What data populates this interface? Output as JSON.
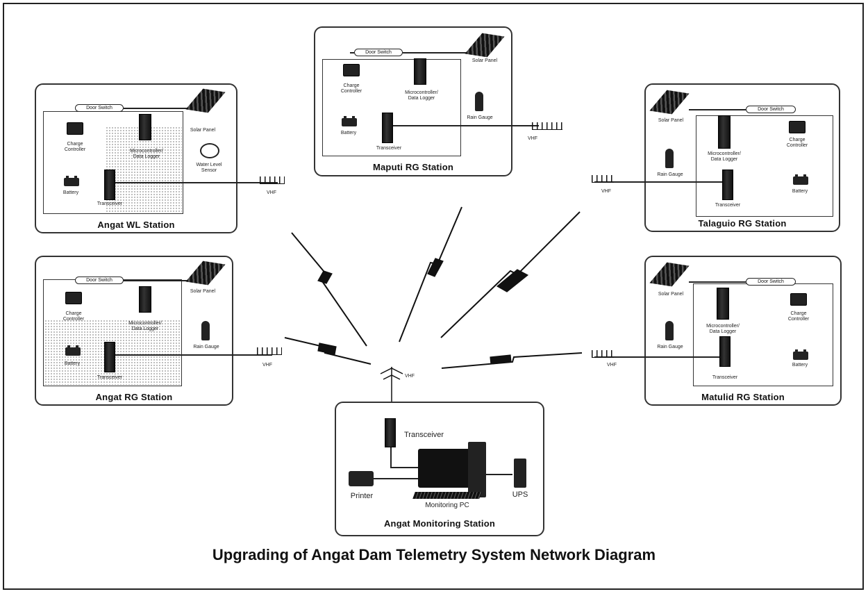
{
  "title": "Upgrading of Angat Dam Telemetry System Network Diagram",
  "stations": {
    "maputi": {
      "name": "Maputi RG Station",
      "door_switch": "Door Switch",
      "charge_controller": "Charge\nController",
      "microcontroller": "Microcontroller/\nData Logger",
      "solar_panel": "Solar Panel",
      "rain_gauge": "Rain Gauge",
      "battery": "Battery",
      "transceiver": "Transceiver",
      "vhf": "VHF"
    },
    "angat_wl": {
      "name": "Angat WL Station",
      "door_switch": "Door Switch",
      "charge_controller": "Charge\nController",
      "microcontroller": "Microcontroller/\nData Logger",
      "solar_panel": "Solar Panel",
      "water_level_sensor": "Water Level\nSensor",
      "battery": "Battery",
      "transceiver": "Transceiver",
      "vhf": "VHF"
    },
    "talaguio": {
      "name": "Talaguio RG Station",
      "door_switch": "Door Switch",
      "charge_controller": "Charge\nController",
      "microcontroller": "Microcontroller/\nData Logger",
      "solar_panel": "Solar Panel",
      "rain_gauge": "Rain Gauge",
      "battery": "Battery",
      "transceiver": "Transceiver",
      "vhf": "VHF"
    },
    "angat_rg": {
      "name": "Angat RG Station",
      "door_switch": "Door Switch",
      "charge_controller": "Charge\nController",
      "microcontroller": "Microcontroller/\nData Logger",
      "solar_panel": "Solar Panel",
      "rain_gauge": "Rain Gauge",
      "battery": "Battery",
      "transceiver": "Transceiver",
      "vhf": "VHF"
    },
    "matulid": {
      "name": "Matulid RG Station",
      "door_switch": "Door Switch",
      "charge_controller": "Charge\nController",
      "microcontroller": "Microcontroller/\nData Logger",
      "solar_panel": "Solar Panel",
      "rain_gauge": "Rain Gauge",
      "battery": "Battery",
      "transceiver": "Transceiver",
      "vhf": "VHF"
    },
    "monitoring": {
      "name": "Angat Monitoring Station",
      "transceiver": "Transceiver",
      "printer": "Printer",
      "pc": "Monitoring PC",
      "ups": "UPS",
      "vhf": "VHF"
    }
  },
  "colors": {
    "ink": "#111111",
    "dotted_fill": "#b9b9b9"
  }
}
